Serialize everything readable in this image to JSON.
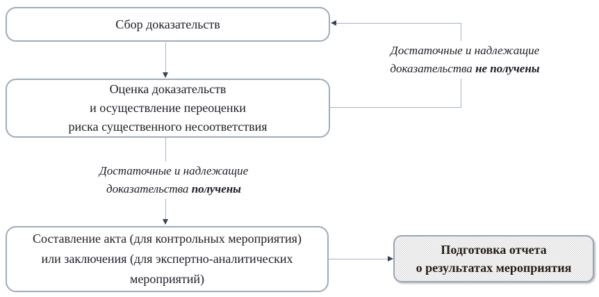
{
  "boxes": {
    "collect_evidence": {
      "text": "Сбор доказательств"
    },
    "evaluate": {
      "lines": [
        "Оценка доказательств",
        "и осуществление переоценки",
        "риска существенного несоответствия"
      ]
    },
    "draft_act": {
      "lines": [
        "Составление акта (для контрольных мероприятия)",
        "или заключения (для экспертно-аналитических",
        "мероприятий)"
      ]
    },
    "prepare_report": {
      "lines": [
        "Подготовка отчета",
        "о результатах мероприятия"
      ]
    }
  },
  "edge_labels": {
    "not_received": {
      "line1": "Достаточные и надлежащие",
      "line2_normal": "доказательства ",
      "line2_bold": "не получены"
    },
    "received": {
      "line1": "Достаточные и надлежащие",
      "line2_normal": "доказательства ",
      "line2_bold": "получены"
    }
  },
  "colors": {
    "box_border": "#a0aaba",
    "connector_line": "#a9b3c3",
    "arrowhead": "#3a4252",
    "text": "#1b1c25",
    "report_box_texture": "#d9d9d9",
    "background": "#ffffff"
  }
}
